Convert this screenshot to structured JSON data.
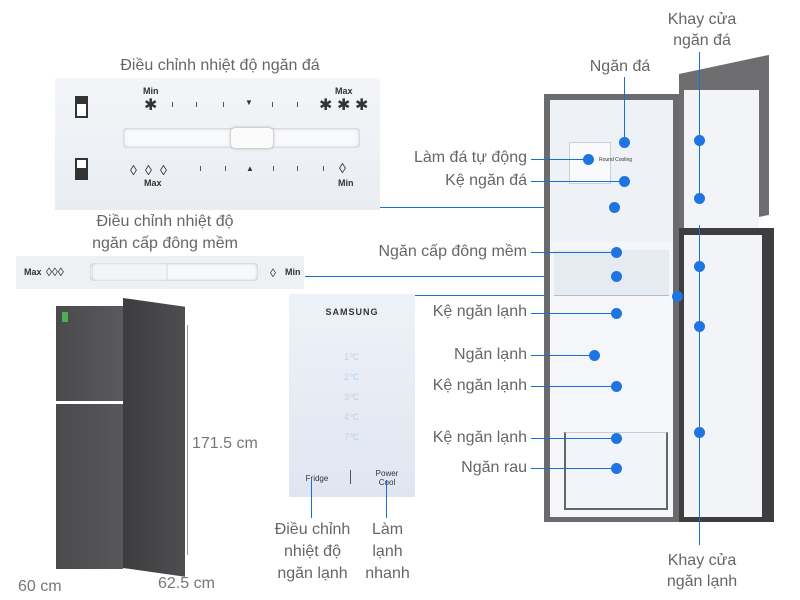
{
  "diagram": {
    "freezer_control": {
      "title": "Điều chỉnh nhiệt độ ngăn đá",
      "top_min_label": "Min",
      "top_max_label": "Max",
      "bottom_max_label": "Max",
      "bottom_min_label": "Min",
      "top_marker": "▼",
      "bottom_marker": "▲",
      "icon_snow": "✱",
      "icon_drop": "💧"
    },
    "soft_freeze_control": {
      "title_line1": "Điều chỉnh nhiệt độ",
      "title_line2": "ngăn cấp đông mềm",
      "max_label": "Max",
      "min_label": "Min"
    },
    "fridge_control": {
      "brand": "SAMSUNG",
      "temps": [
        "1℃",
        "2℃",
        "3℃",
        "4℃",
        "7℃"
      ],
      "fridge_button": "Fridge",
      "power_cool_line1": "Power",
      "power_cool_line2": "Cool",
      "caption_fridge_line1": "Điều chỉnh",
      "caption_fridge_line2": "nhiệt độ",
      "caption_fridge_line3": "ngăn lạnh",
      "caption_power_line1": "Làm",
      "caption_power_line2": "lạnh",
      "caption_power_line3": "nhanh"
    },
    "dimensions": {
      "height": "171.5 cm",
      "width": "60 cm",
      "depth": "62.5 cm"
    },
    "callouts": {
      "freezer_door_tray_line1": "Khay cửa",
      "freezer_door_tray_line2": "ngăn đá",
      "freezer_compartment": "Ngăn đá",
      "ice_maker": "Làm đá tự động",
      "freezer_shelf": "Kệ ngăn đá",
      "soft_freeze": "Ngăn cấp đông mềm",
      "fridge_shelf_1": "Kệ ngăn lạnh",
      "fridge_compartment": "Ngăn lạnh",
      "fridge_shelf_2": "Kệ ngăn lạnh",
      "fridge_shelf_3": "Kệ ngăn lạnh",
      "vegetable_drawer": "Ngăn rau",
      "fridge_door_tray_line1": "Khay cửa",
      "fridge_door_tray_line2": "ngăn lạnh"
    },
    "fridge_inner_text": "Round Cooling",
    "accent_color": "#1e74e0"
  }
}
